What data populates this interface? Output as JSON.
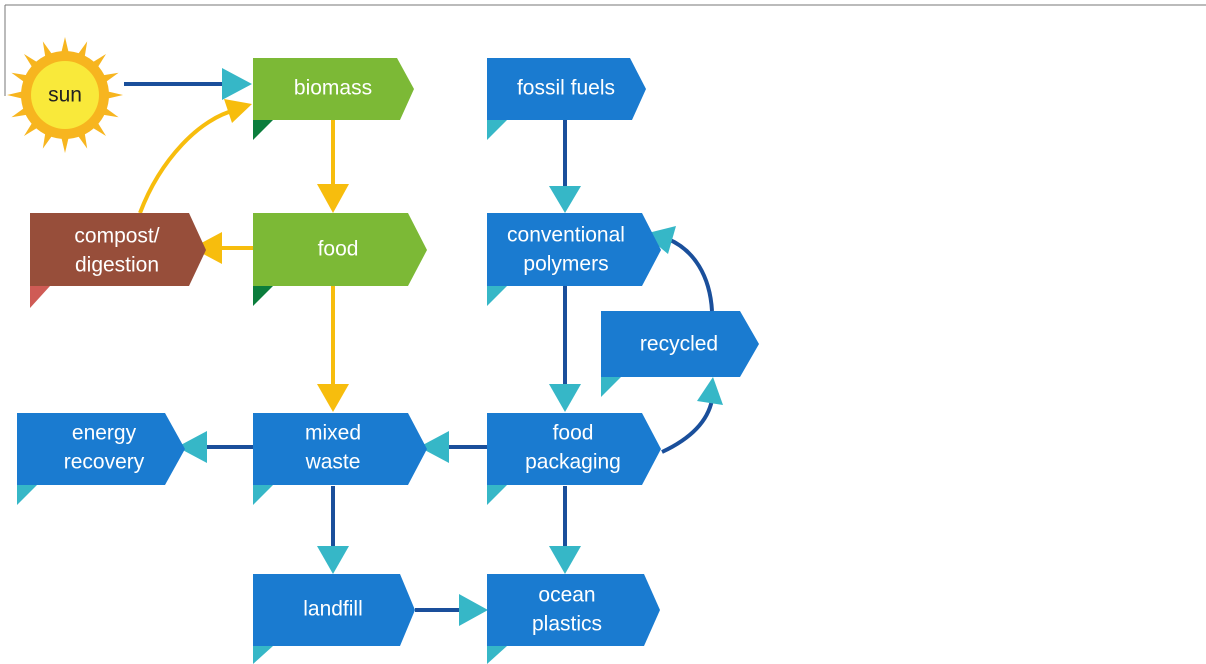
{
  "colors": {
    "bio_box": "#7cb936",
    "bio_corner": "#0b7d3c",
    "fossil_box": "#1a7bd0",
    "fossil_corner": "#36b7c7",
    "compost_box": "#974e3a",
    "compost_corner": "#cf5b55",
    "bio_arrow": "#f7bd0d",
    "fossil_arrow": "#1a4f9b",
    "fossil_arrowhead": "#36b7c7",
    "sun_face": "#f9e93a",
    "sun_rays": "#f7b51f"
  },
  "sun": {
    "label": "sun",
    "icon": "sun-icon"
  },
  "nodes": {
    "biomass": {
      "line1": "biomass"
    },
    "fossil_fuels": {
      "line1": "fossil fuels"
    },
    "food": {
      "line1": "food"
    },
    "compost": {
      "line1": "compost/",
      "line2": "digestion"
    },
    "conventional_polymers": {
      "line1": "conventional",
      "line2": "polymers"
    },
    "recycled": {
      "line1": "recycled"
    },
    "energy_recovery": {
      "line1": "energy",
      "line2": "recovery"
    },
    "mixed_waste": {
      "line1": "mixed",
      "line2": "waste"
    },
    "food_packaging": {
      "line1": "food",
      "line2": "packaging"
    },
    "landfill": {
      "line1": "landfill"
    },
    "ocean_plastics": {
      "line1": "ocean",
      "line2": "plastics"
    }
  }
}
